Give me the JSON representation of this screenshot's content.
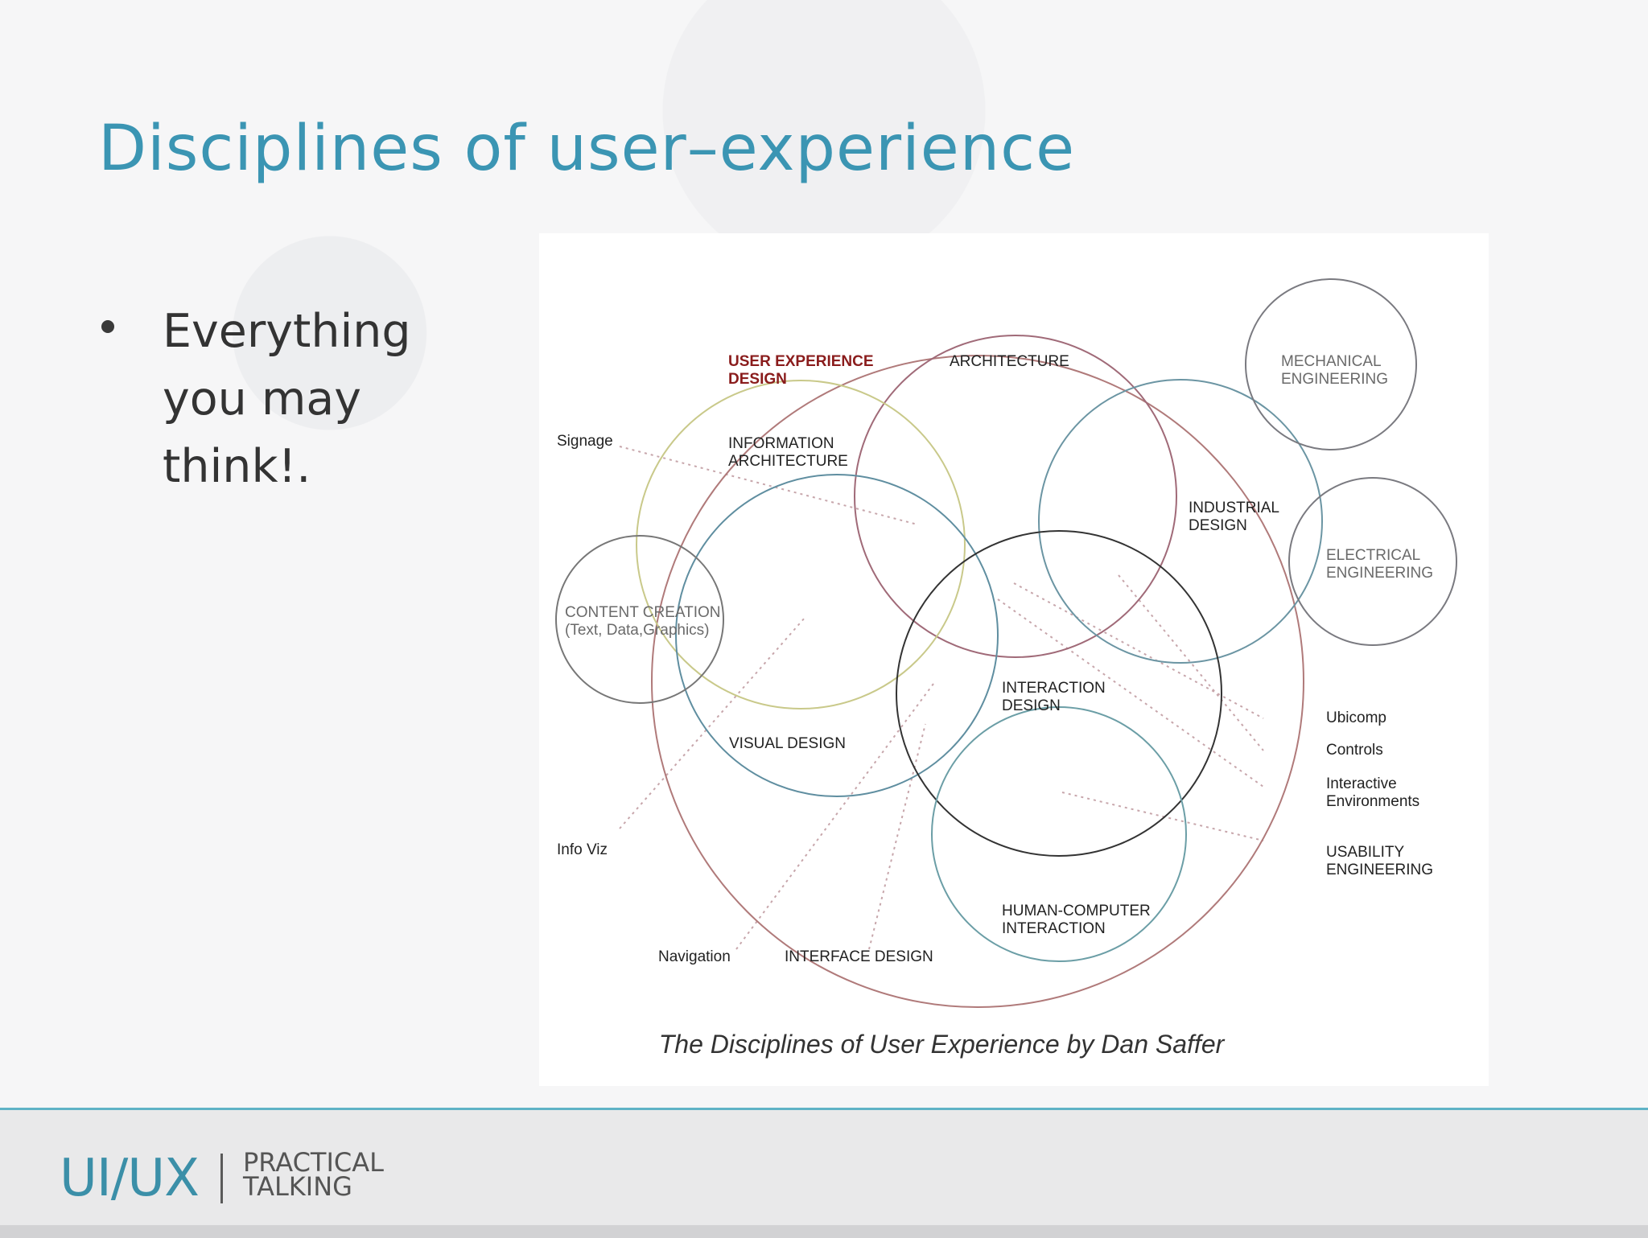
{
  "slide": {
    "title": "Disciplines of user–experience",
    "bullet": "Everything you may think!.",
    "caption": "The Disciplines of User Experience by Dan Saffer"
  },
  "diagram": {
    "labels": {
      "ux_design": [
        "USER EXPERIENCE",
        "DESIGN"
      ],
      "architecture": "ARCHITECTURE",
      "mechanical": [
        "MECHANICAL",
        "ENGINEERING"
      ],
      "info_arch": [
        "INFORMATION",
        "ARCHITECTURE"
      ],
      "industrial": [
        "INDUSTRIAL",
        "DESIGN"
      ],
      "electrical": [
        "ELECTRICAL",
        "ENGINEERING"
      ],
      "content_creation": [
        "CONTENT CREATION",
        "(Text, Data,Graphics)"
      ],
      "interaction": [
        "INTERACTION",
        "DESIGN"
      ],
      "visual": "VISUAL DESIGN",
      "hci": [
        "HUMAN-COMPUTER",
        "INTERACTION"
      ],
      "signage": "Signage",
      "info_viz": "Info Viz",
      "navigation": "Navigation",
      "interface": "INTERFACE DESIGN",
      "ubicomp": "Ubicomp",
      "controls": "Controls",
      "interactive_env": [
        "Interactive",
        "Environments"
      ],
      "usability": [
        "USABILITY",
        "ENGINEERING"
      ]
    },
    "colors": {
      "ux_outer": "#b07a7a",
      "architecture": "#a06a78",
      "info_arch": "#c9c98a",
      "visual": "#5f8ea0",
      "content": "#777777",
      "industrial": "#6b95a3",
      "interaction": "#333333",
      "hci": "#6b9ea6",
      "peripheral": "#7a7a80",
      "dotted": "#c7a6ab"
    }
  },
  "footer": {
    "logo_main": "UI/UX",
    "logo_sub_1": "PRACTICAL",
    "logo_sub_2": "TALKING"
  }
}
